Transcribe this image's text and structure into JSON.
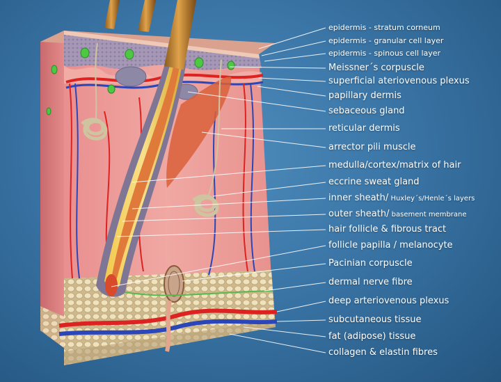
{
  "diagram": {
    "labels": [
      {
        "id": "epidermis-stratum-corneum",
        "text": "epidermis - stratum corneum",
        "style": "small"
      },
      {
        "id": "epidermis-granular",
        "text": "epidermis - granular cell layer",
        "style": "small"
      },
      {
        "id": "epidermis-spinous",
        "text": "epidermis - spinous cell layer",
        "style": "small"
      },
      {
        "id": "meissner-corpuscle",
        "text": "Meissner´s corpuscle",
        "style": "big"
      },
      {
        "id": "superficial-plexus",
        "text": "superficial ateriovenous plexus",
        "style": "big"
      },
      {
        "id": "papillary-dermis",
        "text": "papillary dermis",
        "style": "big"
      },
      {
        "id": "sebaceous-gland",
        "text": "sebaceous gland",
        "style": "big"
      },
      {
        "id": "reticular-dermis",
        "text": "reticular dermis",
        "style": "big"
      },
      {
        "id": "arrector-pili",
        "text": "arrector pili muscle",
        "style": "big"
      },
      {
        "id": "medulla-cortex",
        "text": "medulla/cortex/matrix of hair",
        "style": "big"
      },
      {
        "id": "eccrine-gland",
        "text": "eccrine sweat gland",
        "style": "big"
      },
      {
        "id": "inner-sheath",
        "text": "inner sheath/",
        "sub": " Huxley´s/Henle´s layers",
        "style": "big"
      },
      {
        "id": "outer-sheath",
        "text": "outer sheath/",
        "sub": " basement membrane",
        "style": "big"
      },
      {
        "id": "hair-follicle",
        "text": "hair follicle & fibrous tract",
        "style": "big"
      },
      {
        "id": "follicle-papilla",
        "text": "follicle papilla / melanocyte",
        "style": "big"
      },
      {
        "id": "pacinian-corpuscle",
        "text": "Pacinian corpuscle",
        "style": "big"
      },
      {
        "id": "dermal-nerve",
        "text": "dermal nerve fibre",
        "style": "big"
      },
      {
        "id": "deep-plexus",
        "text": "deep arteriovenous plexus",
        "style": "big"
      },
      {
        "id": "subcutaneous",
        "text": "subcutaneous tissue",
        "style": "big"
      },
      {
        "id": "fat-tissue",
        "text": "fat (adipose) tissue",
        "style": "big"
      },
      {
        "id": "collagen-elastin",
        "text": "collagen & elastin fibres",
        "style": "big"
      }
    ]
  }
}
